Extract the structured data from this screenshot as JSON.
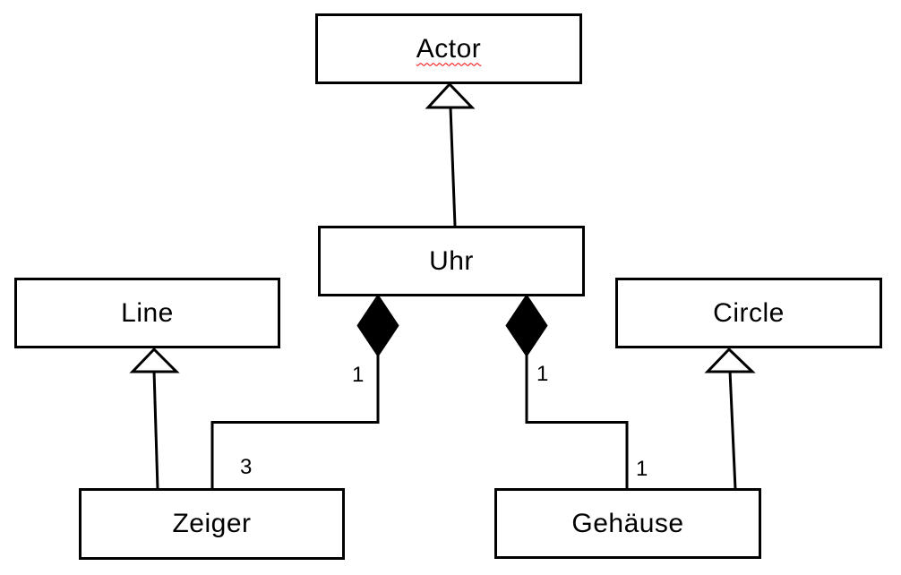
{
  "diagram": {
    "kind": "uml-class-diagram",
    "background_color": "#ffffff",
    "line_color": "#000000",
    "text_color": "#000000",
    "spellcheck_underline_color": "#ff0000"
  },
  "classes": {
    "actor": {
      "label": "Actor"
    },
    "uhr": {
      "label": "Uhr"
    },
    "line": {
      "label": "Line"
    },
    "circle": {
      "label": "Circle"
    },
    "zeiger": {
      "label": "Zeiger"
    },
    "gehaeuse": {
      "label": "Gehäuse"
    }
  },
  "multiplicities": {
    "uhr_zeiger_at_uhr": "1",
    "uhr_zeiger_at_zeiger": "3",
    "uhr_gehaeuse_at_uhr": "1",
    "uhr_gehaeuse_at_gehaeuse": "1"
  },
  "relationships": [
    {
      "type": "inheritance",
      "from": "Uhr",
      "to": "Actor"
    },
    {
      "type": "inheritance",
      "from": "Zeiger",
      "to": "Line"
    },
    {
      "type": "inheritance",
      "from": "Gehäuse",
      "to": "Circle"
    },
    {
      "type": "composition",
      "whole": "Uhr",
      "part": "Zeiger",
      "multiplicity_whole": "1",
      "multiplicity_part": "3"
    },
    {
      "type": "composition",
      "whole": "Uhr",
      "part": "Gehäuse",
      "multiplicity_whole": "1",
      "multiplicity_part": "1"
    }
  ]
}
